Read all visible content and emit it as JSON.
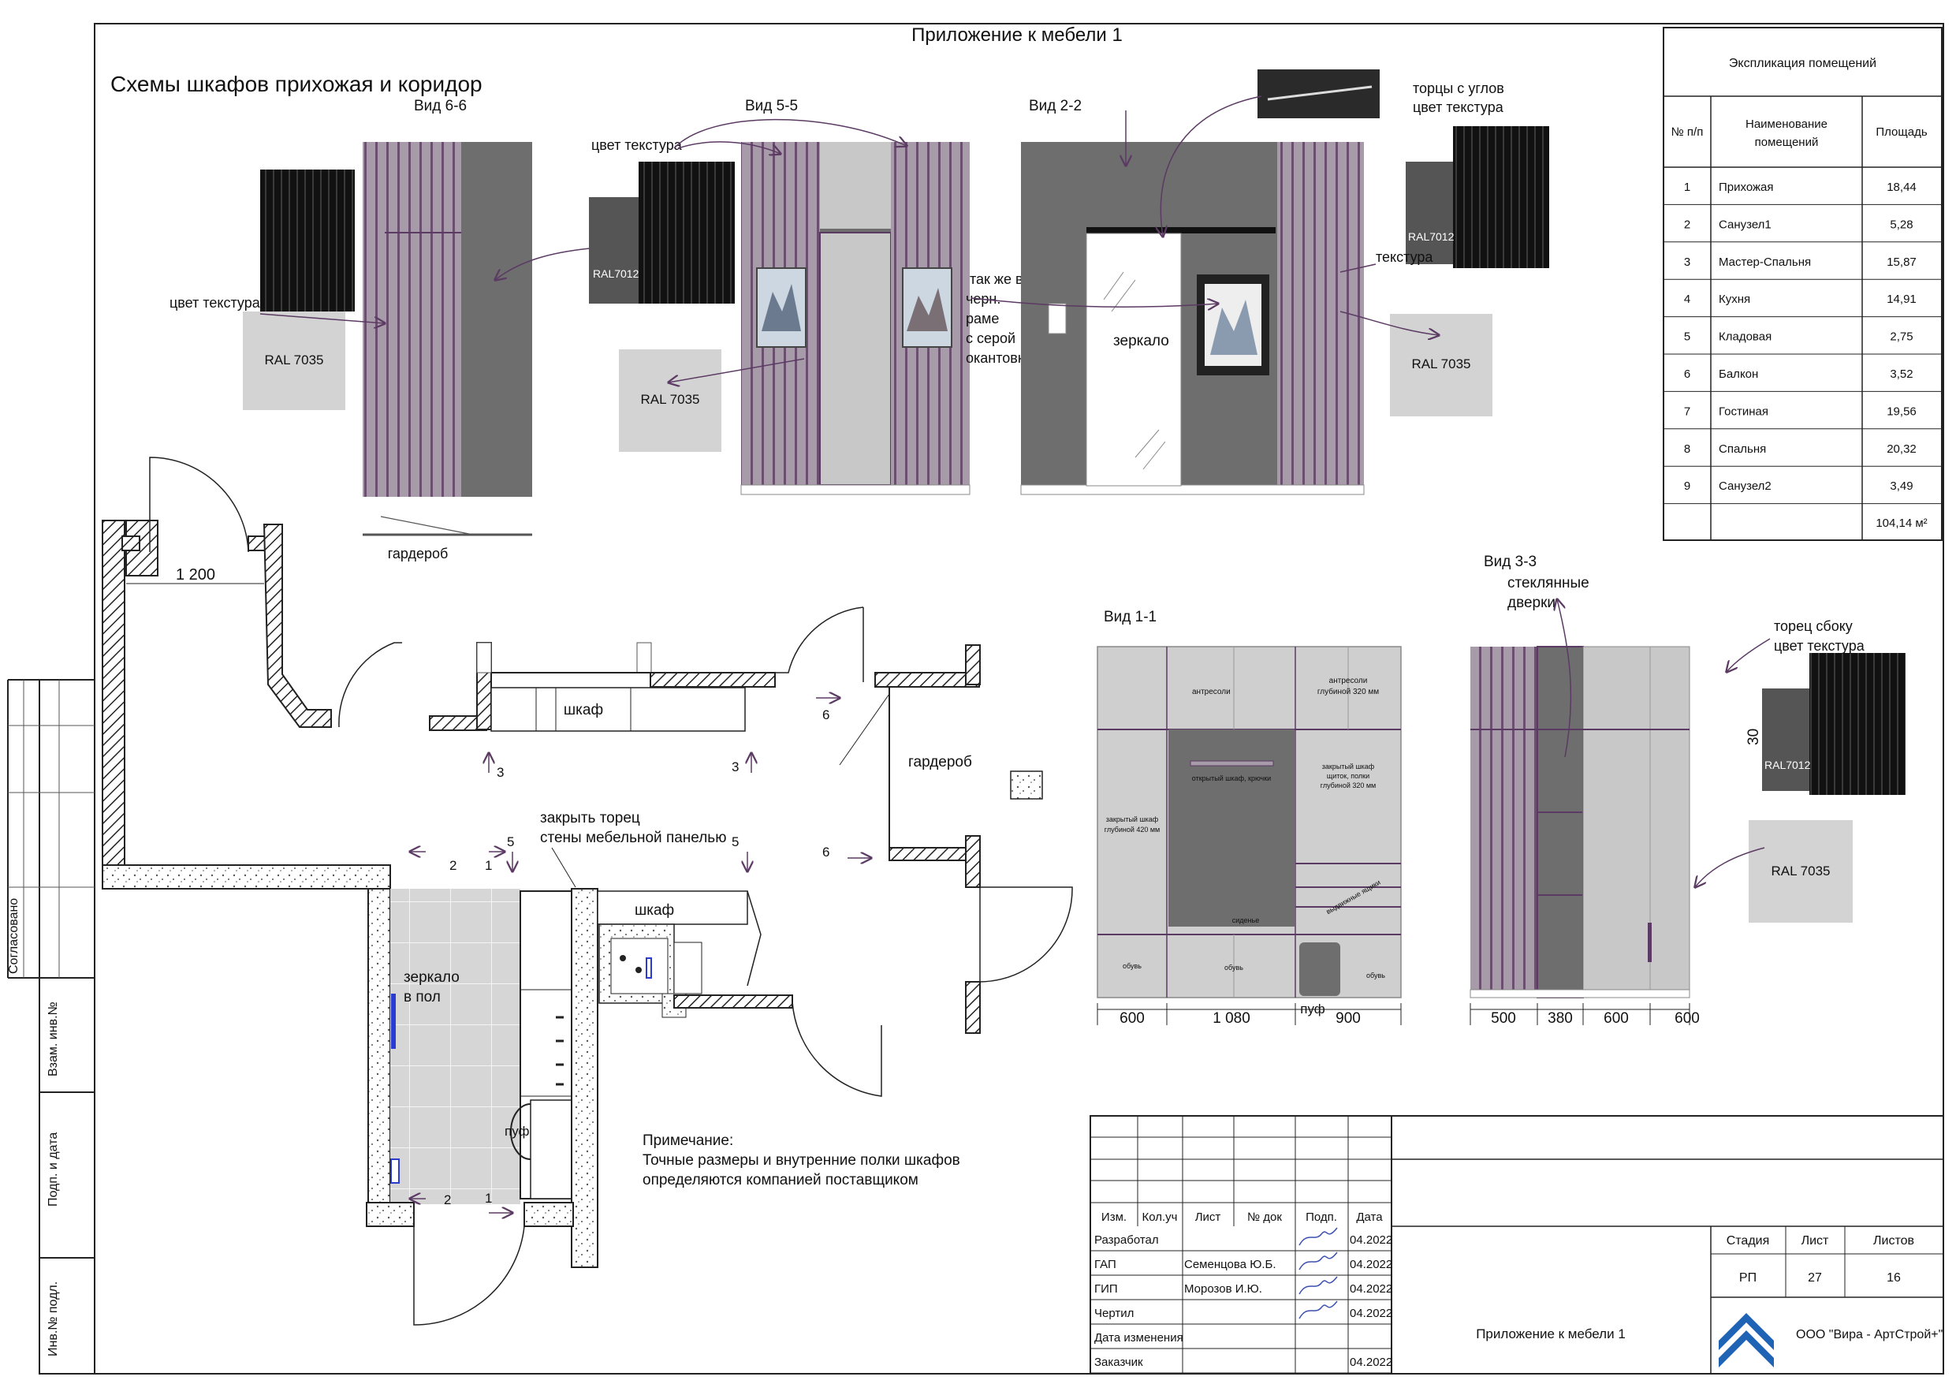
{
  "sheet": {
    "caption": "Приложение к мебели 1",
    "heading": "Схемы шкафов прихожая и коридор"
  },
  "views": {
    "v66": "Вид 6-6",
    "v55": "Вид 5-5",
    "v22": "Вид 2-2",
    "v11": "Вид 1-1",
    "v33": "Вид 3-3"
  },
  "labels": {
    "color_texture": "цвет текстура",
    "color_texture_2": "цвет текстура",
    "ral7035": "RAL 7035",
    "ral7012": "RAL7012",
    "wardrobe": "гардероб",
    "wardrobe_2": "гардероб",
    "ends_corners": "торцы с углов",
    "ends_corners_2": "цвет текстура",
    "texture": "текстура",
    "mirror": "зеркало",
    "same_black_1": "так же в",
    "same_black_2": "черн.",
    "same_black_3": "раме",
    "same_black_4": "с серой",
    "same_black_5": "окантовк",
    "glass_doors_1": "стеклянные",
    "glass_doors_2": "дверки",
    "side_end_1": "торец сбоку",
    "side_end_2": "цвет текстура",
    "cabinet": "шкаф",
    "cabinet_2": "шкаф",
    "close_end_1": "закрыть торец",
    "close_end_2": "стены мебельной панелью",
    "floor_mirror_1": "зеркало",
    "floor_mirror_2": "в пол",
    "pouf": "пуф",
    "pouf_2": "пуф",
    "door_width": "1 200",
    "dim_30": "30",
    "mezzanine": "антресоли",
    "mezzanine_deep_1": "антресоли",
    "mezzanine_deep_2": "глубиной 320 мм",
    "closed_420_1": "закрытый шкаф",
    "closed_420_2": "глубиной 420 мм",
    "open_cab": "открытый шкаф, крючки",
    "closed_shield_1": "закрытый шкаф",
    "closed_shield_2": "щиток, полки",
    "closed_shield_3": "глубиной 320 мм",
    "seat": "сиденье",
    "drawers": "выдвижные ящики",
    "shoes": "обувь"
  },
  "marks": {
    "m1": "1",
    "m2": "2",
    "m3": "3",
    "m5": "5",
    "m6": "6"
  },
  "dims_11": [
    "600",
    "1 080",
    "900"
  ],
  "dims_33": [
    "500",
    "380",
    "600",
    "600"
  ],
  "note": {
    "title": "Примечание:",
    "line1": "Точные размеры и внутренние полки шкафов",
    "line2": "определяются компанией поставщиком"
  },
  "explication": {
    "title": "Экспликация помещений",
    "headers": [
      "№ п/п",
      "Наименование помещений",
      "Площадь"
    ],
    "rows": [
      [
        "1",
        "Прихожая",
        "18,44"
      ],
      [
        "2",
        "Санузел1",
        "5,28"
      ],
      [
        "3",
        "Мастер-Спальня",
        "15,87"
      ],
      [
        "4",
        "Кухня",
        "14,91"
      ],
      [
        "5",
        "Кладовая",
        "2,75"
      ],
      [
        "6",
        "Балкон",
        "3,52"
      ],
      [
        "7",
        "Гостиная",
        "19,56"
      ],
      [
        "8",
        "Спальня",
        "20,32"
      ],
      [
        "9",
        "Санузел2",
        "3,49"
      ]
    ],
    "total": "104,14 м²"
  },
  "side_stamp": {
    "agreed": "Согласовано",
    "inv_replace": "Взам. инв.№",
    "sign_date": "Подп. и дата",
    "inv_orig": "Инв.№ подл."
  },
  "title_block": {
    "cols": [
      "Изм.",
      "Кол.уч",
      "Лист",
      "№ док",
      "Подп.",
      "Дата"
    ],
    "rows": [
      {
        "role": "Разработал",
        "name": "",
        "date": "04.2022"
      },
      {
        "role": "ГАП",
        "name": "Семенцова Ю.Б.",
        "date": "04.2022"
      },
      {
        "role": "ГИП",
        "name": "Морозов И.Ю.",
        "date": "04.2022"
      },
      {
        "role": "Чертил",
        "name": "",
        "date": "04.2022"
      },
      {
        "role": "Дата изменения",
        "name": "",
        "date": ""
      },
      {
        "role": "Заказчик",
        "name": "",
        "date": "04.2022"
      }
    ],
    "stage_label": "Стадия",
    "sheet_label": "Лист",
    "sheets_label": "Листов",
    "stage": "РП",
    "sheet": "27",
    "sheets": "16",
    "doc_title": "Приложение к мебели 1",
    "company": "ООО \"Вира - АртСтрой+\""
  },
  "colors": {
    "wall_gray": "#6e6e6e",
    "light_gray": "#cfcfcf",
    "stripe_pink": "#a598a8",
    "dark_texture": "#1a1a1a",
    "accent_purple": "#5b3a63",
    "logo_blue": "#1f63b5"
  }
}
